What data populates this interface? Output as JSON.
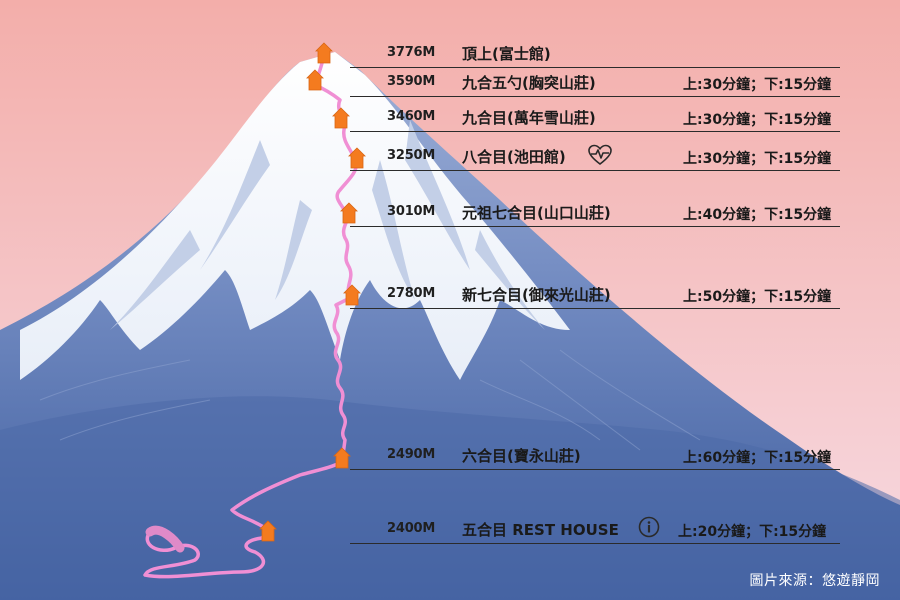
{
  "stations": [
    {
      "altitude": "3776M",
      "name": "頂上(富士館)",
      "time": ""
    },
    {
      "altitude": "3590M",
      "name": "九合五勺(胸突山莊)",
      "time": "上:30分鐘；下:15分鐘"
    },
    {
      "altitude": "3460M",
      "name": "九合目(萬年雪山莊)",
      "time": "上:30分鐘；下:15分鐘"
    },
    {
      "altitude": "3250M",
      "name": "八合目(池田館)",
      "time": "上:30分鐘；下:15分鐘",
      "icon": "heart-pulse-icon"
    },
    {
      "altitude": "3010M",
      "name": "元祖七合目(山口山莊)",
      "time": "上:40分鐘；下:15分鐘"
    },
    {
      "altitude": "2780M",
      "name": "新七合目(御來光山莊)",
      "time": "上:50分鐘；下:15分鐘"
    },
    {
      "altitude": "2490M",
      "name": "六合目(寶永山莊)",
      "time": "上:60分鐘；下:15分鐘"
    },
    {
      "altitude": "2400M",
      "name": "五合目 REST HOUSE",
      "time": "上:20分鐘；下:15分鐘",
      "icon": "info-icon"
    }
  ],
  "credit": "圖片來源：悠遊靜岡",
  "colors": {
    "sky_top": "#f3aeaa",
    "sky_bottom": "#f7dbe3",
    "snow": "#ffffff",
    "snow_shadow": "#c9d4ea",
    "mountain_light": "#8ea3cf",
    "mountain_dark": "#3f5f9f",
    "trail": "#f08fd4",
    "marker": "#f47b1f"
  }
}
